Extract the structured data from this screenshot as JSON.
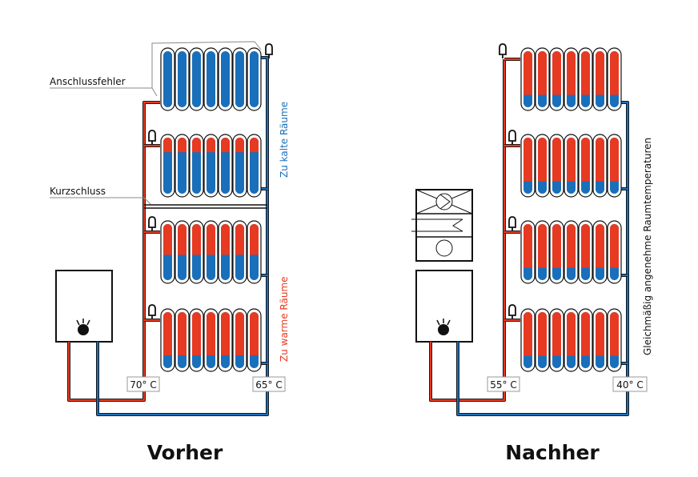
{
  "colors": {
    "hot": "#e63a22",
    "cold": "#1a6fba",
    "outline": "#111111",
    "annotation_line": "#888888"
  },
  "panels": [
    {
      "id": "before",
      "title": "Vorher",
      "supply_temp": "70° C",
      "return_temp": "65° C",
      "hot_fraction_per_radiator": [
        0.0,
        0.26,
        0.55,
        0.77
      ],
      "annotations": [
        "Anschlussfehler",
        "Kurzschluss"
      ],
      "side_labels": [
        {
          "text": "Zu kalte Räume",
          "color": "#1a6fba"
        },
        {
          "text": "Zu warme Räume",
          "color": "#e63a22"
        }
      ],
      "fins_per_radiator": 7
    },
    {
      "id": "after",
      "title": "Nachher",
      "supply_temp": "55° C",
      "return_temp": "40° C",
      "hot_fraction_per_radiator": [
        0.78,
        0.78,
        0.78,
        0.78
      ],
      "side_labels": [
        {
          "text": "Gleichmäßig angenehme Raumtemperaturen",
          "color": "#111111"
        }
      ],
      "has_pump_unit": true,
      "fins_per_radiator": 7
    }
  ]
}
